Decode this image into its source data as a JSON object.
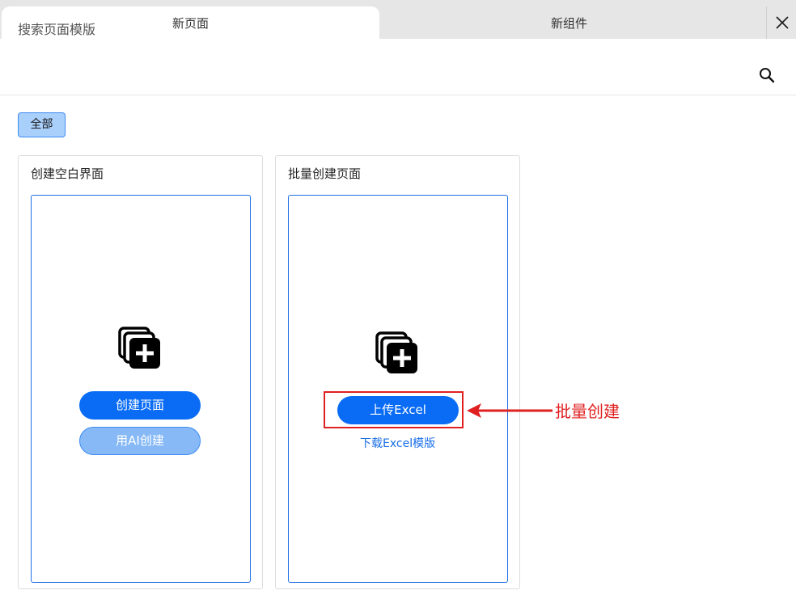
{
  "tabs": [
    {
      "label": "新页面",
      "active": true
    },
    {
      "label": "新组件",
      "active": false
    }
  ],
  "search": {
    "placeholder": "搜索页面模版",
    "icon": "search-icon"
  },
  "filters": {
    "active_label": "全部"
  },
  "cards": [
    {
      "title": "创建空白界面",
      "icon": "add-page-icon",
      "primary_button": "创建页面",
      "secondary_button": "用AI创建"
    },
    {
      "title": "批量创建页面",
      "icon": "add-page-icon",
      "primary_button": "上传Excel",
      "link": "下载Excel模版"
    }
  ],
  "annotation": {
    "label": "批量创建",
    "color": "#e02020"
  },
  "colors": {
    "accent": "#0a6cf5",
    "chip_bg": "#a9cffb",
    "secondary_button_bg": "#86b9f6"
  }
}
